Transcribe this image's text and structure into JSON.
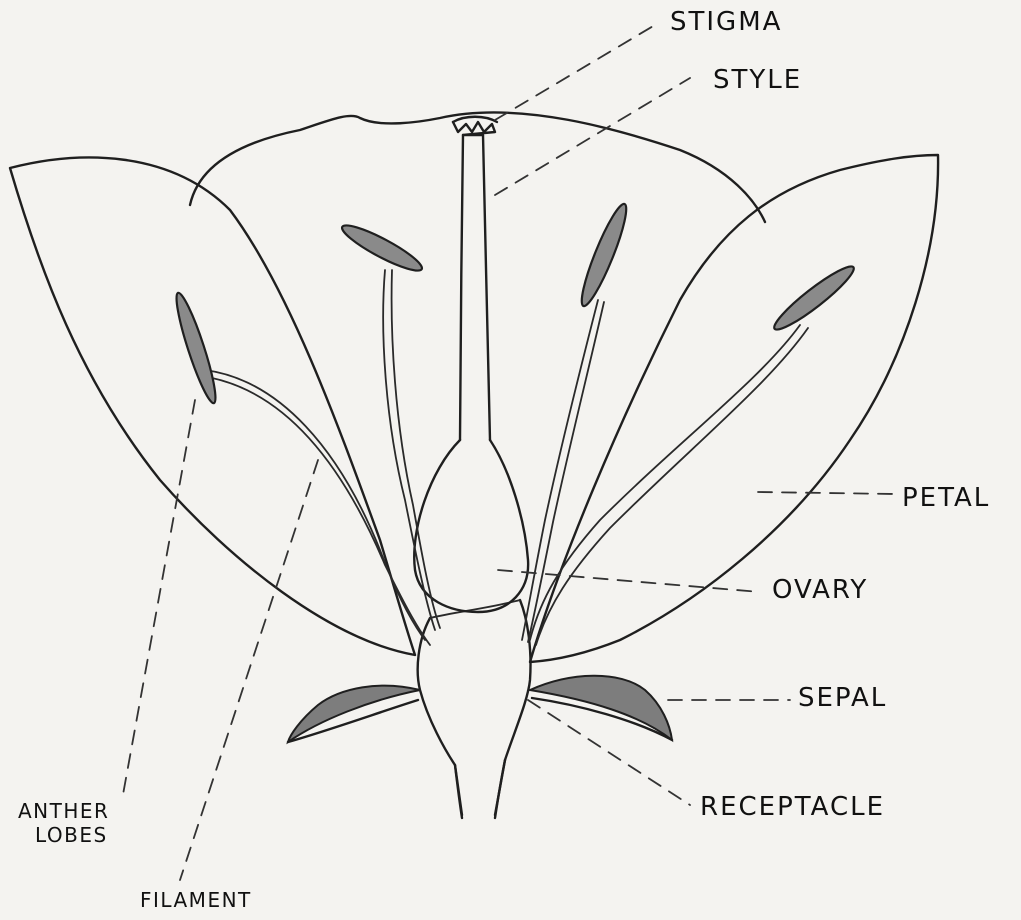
{
  "labels": {
    "stigma": "STIGMA",
    "style": "STYLE",
    "petal": "PETAL",
    "ovary": "OVARY",
    "sepal": "SEPAL",
    "receptacle": "RECEPTACLE",
    "anther_lobes_line1": "ANTHER",
    "anther_lobes_line2": "LOBES",
    "filament": "FILAMENT"
  },
  "colors": {
    "paper": "#f4f3f0",
    "ink": "#1f1f1f",
    "anther_fill": "#8a8a8a"
  }
}
